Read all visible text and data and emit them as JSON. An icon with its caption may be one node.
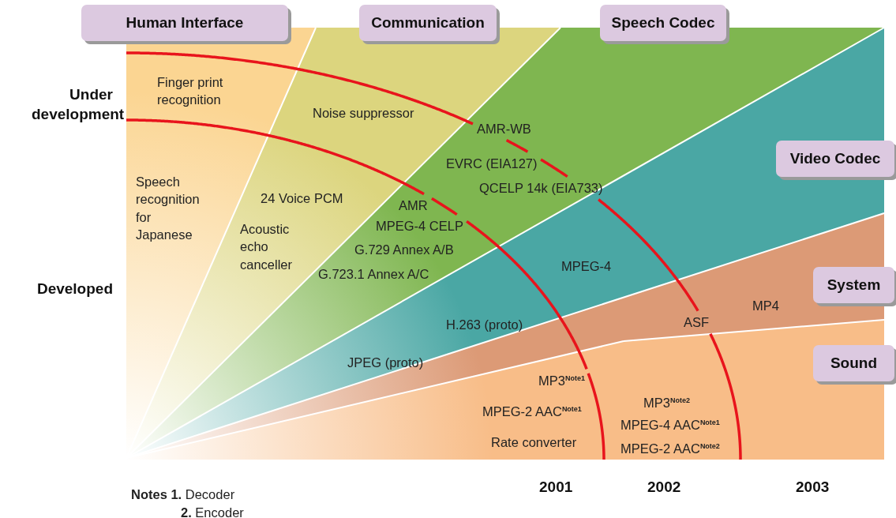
{
  "diagram": {
    "nodes": [
      {
        "text": [
          "Human Interface"
        ]
      },
      {
        "text": [
          "Communication"
        ]
      },
      {
        "text": [
          "Speech Codec"
        ]
      },
      {
        "text": [
          "Video Codec"
        ]
      },
      {
        "text": [
          "System"
        ]
      },
      {
        "text": [
          "Sound"
        ]
      }
    ],
    "labels": [
      "Under development",
      "Developed",
      "Finger print recognition",
      "Noise suppressor",
      "AMR-WB",
      "EVRC (EIA127)",
      "QCELP 14k (EIA733)",
      "Speech recognition for Japanese",
      "24 Voice PCM",
      "AMR",
      "MPEG-4 CELP",
      "Acoustic echo canceller",
      "G.729 Annex A/B",
      "G.723.1 Annex A/C",
      "MPEG-4",
      "MP4",
      "ASF",
      "H.263 (proto)",
      "JPEG (proto)",
      "MP3$^{Note1}$",
      "MPEG-2 AAC$^{Note1}$",
      "MP3$^{Note2}$",
      "MPEG-4 AAC$^{Note1}$",
      "Rate converter",
      "MPEG-2 AAC$^{Note2}$",
      "2001",
      "2002",
      "2003",
      "**Notes  1.** Decoder",
      "**2.** Encoder"
    ]
  }
}
